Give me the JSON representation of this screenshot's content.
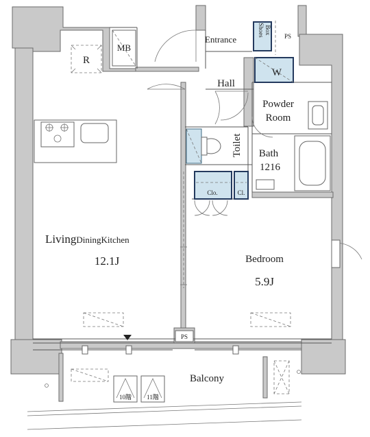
{
  "rooms": {
    "entrance": "Entrance",
    "shoes_box_1": "Shoes",
    "shoes_box_2": "Box",
    "ps_top": "PS",
    "mb": "MB",
    "refrigerator": "R",
    "wardrobe": "W",
    "hall": "Hall",
    "powder_1": "Powder",
    "powder_2": "Room",
    "toilet": "Toilet",
    "bath_1": "Bath",
    "bath_2": "1216",
    "closet": "Clo.",
    "closet_small": "Cl.",
    "ldk_1": "Living",
    "ldk_2": "DiningKitchen",
    "ldk_size": "12.1J",
    "bedroom": "Bedroom",
    "bedroom_size": "5.9J",
    "ps_bottom": "PS",
    "balcony": "Balcony",
    "hatch_10": "10階",
    "hatch_11": "11階"
  },
  "colors": {
    "wall": "#c9c9c9",
    "storage_fill": "#cfe3ee",
    "storage_outline": "#243a5e"
  }
}
